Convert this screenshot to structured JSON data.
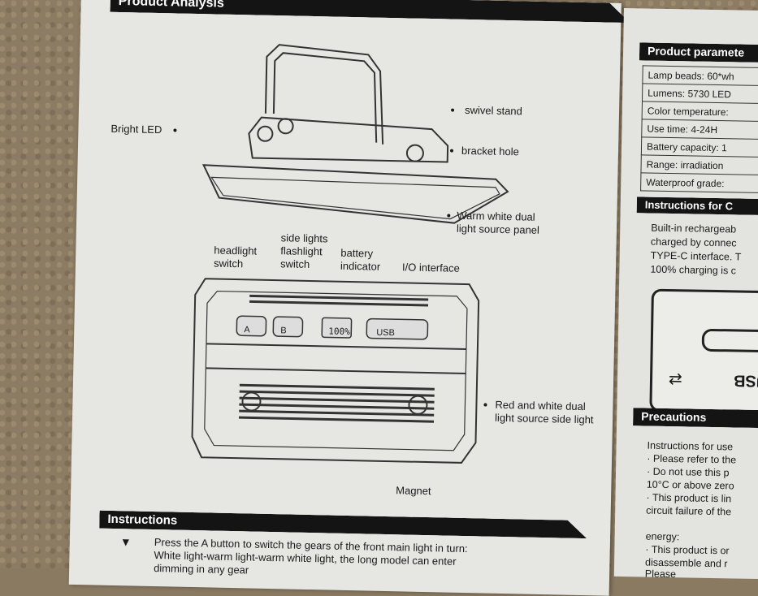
{
  "left_page": {
    "header": "Product Analysis",
    "top_labels": {
      "swivel_stand": "swivel stand",
      "bright_led": "Bright LED",
      "bracket_hole": "bracket hole",
      "panel": "Warm white dual\nlight source panel"
    },
    "bottom_labels": {
      "headlight_switch": "headlight\nswitch",
      "side_lights": "side lights\nflashlight\nswitch",
      "battery": "battery\nindicator",
      "io": "I/O interface",
      "side_light": "Red and white dual\nlight source side light",
      "magnet": "Magnet"
    },
    "panel_buttons": {
      "a": "A",
      "b": "B",
      "display": "100%",
      "usb": "USB"
    },
    "instructions_header": "Instructions",
    "instructions_lines": [
      "Press the A button to switch the gears of the front main light in turn:",
      "White light-warm light-warm white light, the long model can enter",
      "dimming in any gear"
    ]
  },
  "right_page": {
    "params_header": "Product paramete",
    "params": [
      "Lamp beads: 60*wh",
      "Lumens: 5730 LED",
      "Color temperature:",
      "Use time: 4-24H",
      "Battery capacity: 1",
      "Range: irradiation",
      "Waterproof grade:"
    ],
    "charge_header": "Instructions for C",
    "charge_lines": [
      "Built-in rechargeab",
      "charged by connec",
      "TYPE-C interface. T",
      "100% charging is c"
    ],
    "port_label": "USB",
    "precautions_header": "Precautions",
    "precaution_lines": [
      "Instructions for use",
      "· Please refer to the",
      "· Do not use this p",
      "10°C or above zero",
      "· This product is lin",
      "circuit failure of the",
      "",
      "energy:",
      "· This product is or",
      "disassemble and r",
      "Please"
    ]
  }
}
